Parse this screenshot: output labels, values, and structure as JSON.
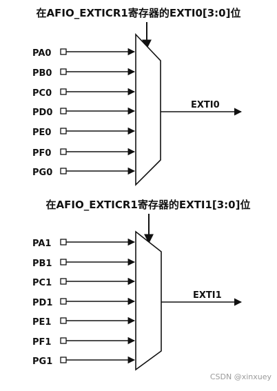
{
  "muxes": [
    {
      "control_label": "在AFIO_EXTICR1寄存器的EXTI0[3:0]位",
      "inputs": [
        "PA0",
        "PB0",
        "PC0",
        "PD0",
        "PE0",
        "PF0",
        "PG0"
      ],
      "output": "EXTI0"
    },
    {
      "control_label": "在AFIO_EXTICR1寄存器的EXTI1[3:0]位",
      "inputs": [
        "PA1",
        "PB1",
        "PC1",
        "PD1",
        "PE1",
        "PF1",
        "PG1"
      ],
      "output": "EXTI1"
    }
  ],
  "watermark": "CSDN @xinxuey"
}
